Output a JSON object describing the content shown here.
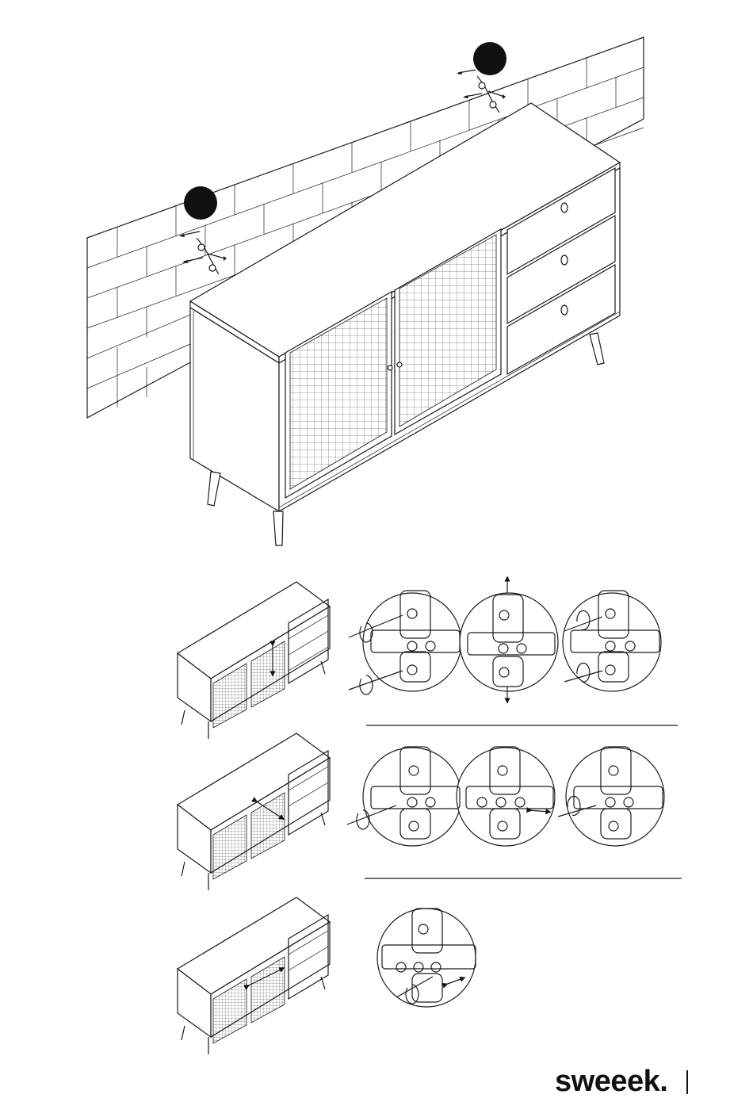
{
  "document": {
    "steps": {
      "wall_fixing": {
        "markers": [
          "marker-1",
          "marker-2"
        ]
      },
      "adjustments": [
        {
          "name": "height-adjustment",
          "arrow": "vertical"
        },
        {
          "name": "side-adjustment",
          "arrow": "diagonal"
        },
        {
          "name": "depth-adjustment",
          "arrow": "horizontal"
        }
      ]
    },
    "footer": {
      "brand": "sweeek."
    },
    "colors": {
      "ink": "#1a1a1a",
      "paper": "#ffffff"
    }
  }
}
